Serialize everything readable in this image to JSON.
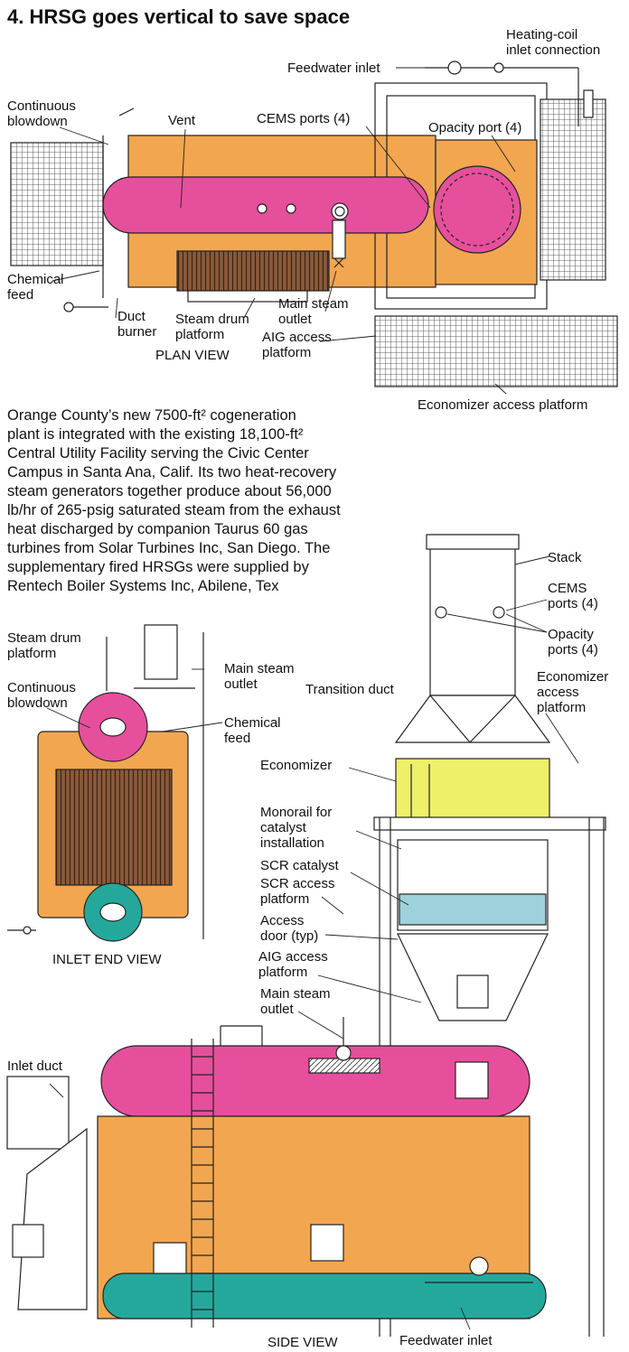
{
  "title": "4. HRSG goes vertical to save space",
  "caption": "Orange County’s new 7500-ft² cogeneration\nplant is integrated with the existing 18,100-ft²\nCentral Utility Facility serving the Civic Center\nCampus in Santa Ana, Calif. Its two heat-recovery\nsteam generators together produce about 56,000\nlb/hr of 265-psig saturated steam from the exhaust\nheat discharged by companion Taurus 60 gas\nturbines from Solar Turbines Inc, San Diego. The\nsupplementary fired HRSGs were supplied by\nRentech Boiler Systems Inc, Abilene, Tex",
  "colors": {
    "orange": "#f2a650",
    "magenta": "#e64f9c",
    "yellow": "#eef06a",
    "light_blue": "#9fd1dc",
    "teal": "#25a89c",
    "line": "#222222"
  },
  "plan_view": {
    "view_label": "PLAN VIEW",
    "labels": {
      "feedwater_inlet": "Feedwater inlet",
      "heating_coil_1": "Heating-coil",
      "heating_coil_2": "inlet connection",
      "continuous_1": "Continuous",
      "continuous_2": "blowdown",
      "vent": "Vent",
      "cems_ports": "CEMS ports (4)",
      "opacity_port": "Opacity port (4)",
      "chemical_1": "Chemical",
      "chemical_2": "feed",
      "duct_1": "Duct",
      "duct_2": "burner",
      "steam_drum_1": "Steam drum",
      "steam_drum_2": "platform",
      "main_steam_1": "Main steam",
      "main_steam_2": "outlet",
      "aig_1": "AIG access",
      "aig_2": "platform",
      "economizer_access": "Economizer access platform"
    }
  },
  "inlet_end_view": {
    "view_label": "INLET END VIEW",
    "labels": {
      "steam_drum_1": "Steam drum",
      "steam_drum_2": "platform",
      "main_steam_1": "Main steam",
      "main_steam_2": "outlet",
      "continuous_1": "Continuous",
      "continuous_2": "blowdown",
      "chemical_1": "Chemical",
      "chemical_2": "feed"
    }
  },
  "side_view": {
    "view_label": "SIDE VIEW",
    "labels": {
      "stack": "Stack",
      "cems_1": "CEMS",
      "cems_2": "ports (4)",
      "opacity_1": "Opacity",
      "opacity_2": "ports (4)",
      "econ_access_1": "Economizer",
      "econ_access_2": "access",
      "econ_access_3": "platform",
      "transition_duct": "Transition duct",
      "economizer": "Economizer",
      "monorail_1": "Monorail for",
      "monorail_2": "catalyst",
      "monorail_3": "installation",
      "scr_catalyst": "SCR catalyst",
      "scr_access_1": "SCR access",
      "scr_access_2": "platform",
      "access_door_1": "Access",
      "access_door_2": "door (typ)",
      "aig_1": "AIG access",
      "aig_2": "platform",
      "main_steam_1": "Main steam",
      "main_steam_2": "outlet",
      "inlet_duct": "Inlet duct",
      "feedwater_inlet": "Feedwater inlet"
    }
  }
}
